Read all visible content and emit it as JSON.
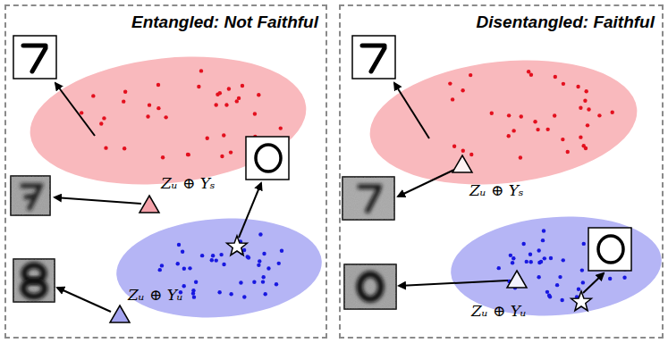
{
  "diagram": {
    "nodes": [
      {
        "text": [
          "Entangled: Not Faithful"
        ]
      },
      {
        "text": [
          "Disentangled: Faithful"
        ]
      }
    ],
    "labels": [
      "Zᵤ ⊕ Yₛ",
      "Zᵤ ⊕ Yᵤ",
      "Zᵤ ⊕ Yₛ",
      "Zᵤ ⊕ Yᵤ"
    ]
  }
}
